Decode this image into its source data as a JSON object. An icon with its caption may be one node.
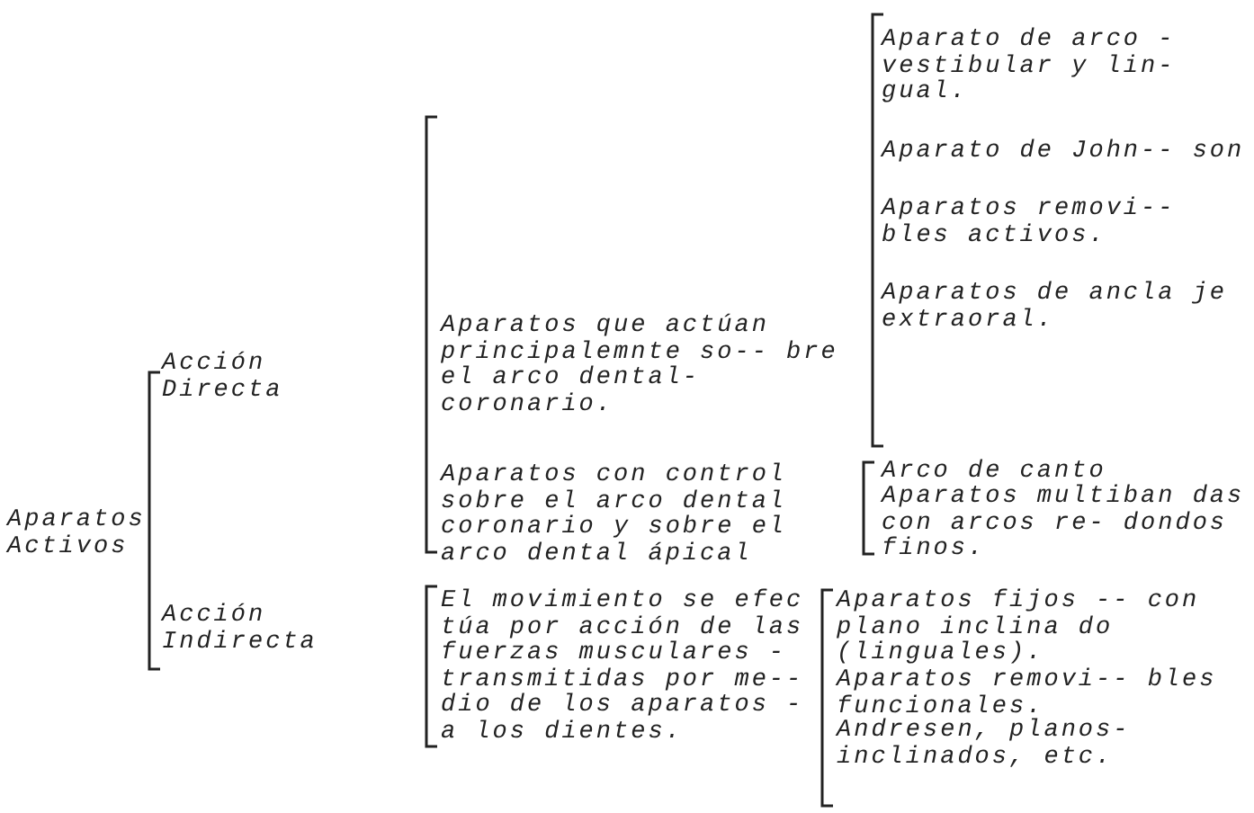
{
  "diagram": {
    "labels": [
      "Aparatos Activos",
      "Acción Directa",
      "Aparatos que actúan principalemnte so-- bre el arco dental- coronario.",
      "Aparato de arco - vestibular y lin- gual.",
      "Aparato de John-- son",
      "Aparatos removi-- bles activos.",
      "Aparatos de ancla je extraoral.",
      "Aparatos con control sobre el arco dental coronario y sobre el arco dental ápical",
      "Arco de canto",
      "Aparatos multiban das con arcos re- dondos finos.",
      "Acción Indirecta",
      "El movimiento se efec túa por acción de las fuerzas musculares - transmitidas por me-- dio de los aparatos - a los dientes.",
      "Aparatos fijos -- con plano inclina do (linguales).",
      "Aparatos removi-- bles funcionales.",
      "Andresen, planos- inclinados, etc."
    ]
  }
}
